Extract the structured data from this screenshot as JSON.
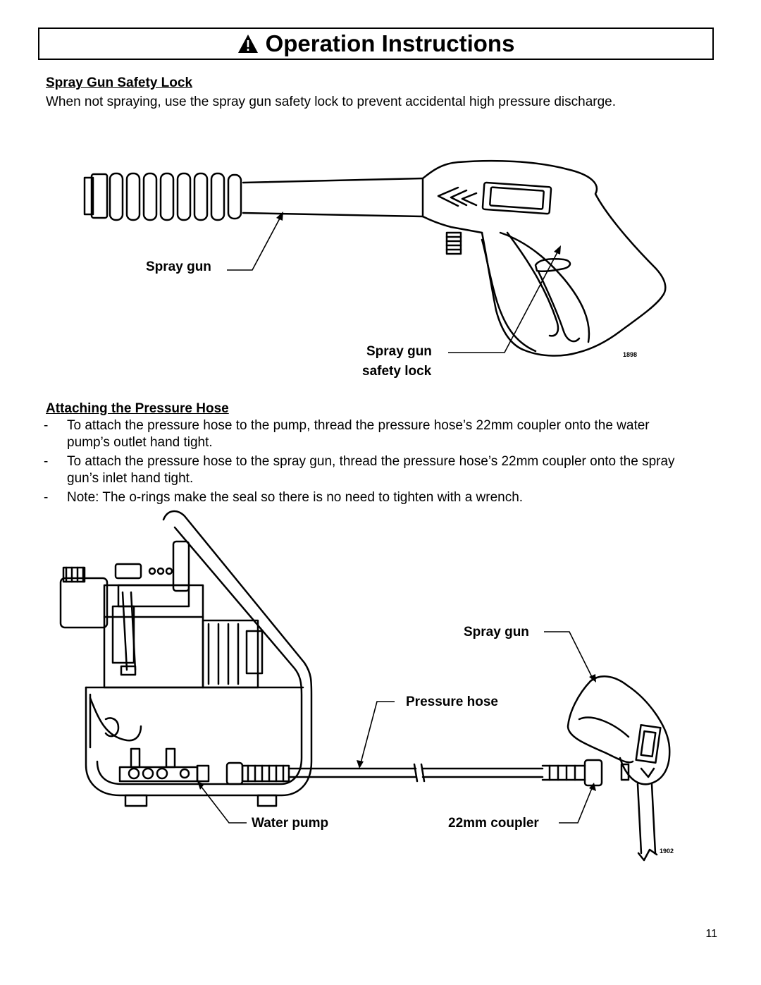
{
  "header": {
    "title": "Operation Instructions",
    "icon": "warning-triangle-icon"
  },
  "section1": {
    "heading": "Spray Gun Safety Lock",
    "text": "When not spraying, use the spray gun safety lock to prevent accidental high pressure discharge."
  },
  "figure1": {
    "callout_gun": "Spray gun",
    "callout_lock_line1": "Spray gun",
    "callout_lock_line2": "safety lock",
    "fig_number": "1898"
  },
  "section2": {
    "heading": "Attaching the Pressure Hose",
    "bullets": [
      "To attach the pressure hose to the pump, thread the pressure hose’s 22mm coupler onto the water pump’s outlet hand tight.",
      "To attach the pressure hose to the spray gun, thread the pressure hose’s 22mm coupler onto the spray gun’s inlet hand tight.",
      "Note: The o-rings make the seal so there is no need to tighten with a wrench."
    ],
    "bullet_marker": "-"
  },
  "figure2": {
    "callout_gun": "Spray gun",
    "callout_hose": "Pressure hose",
    "callout_pump": "Water pump",
    "callout_coupler": "22mm coupler",
    "fig_number": "1902"
  },
  "footer": {
    "page_number": "11"
  }
}
